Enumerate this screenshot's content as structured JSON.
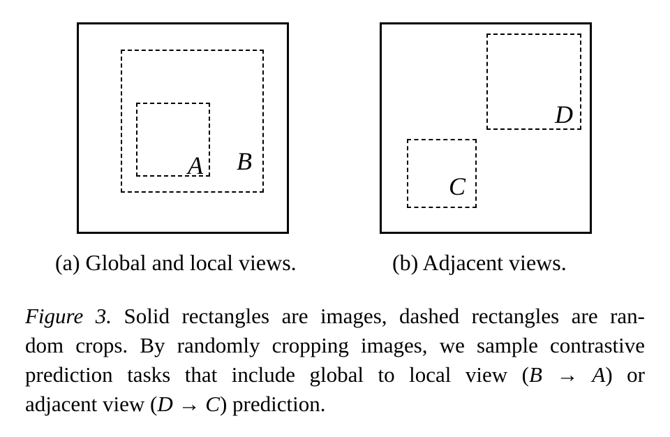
{
  "panels": {
    "a": {
      "crop_outer_label": "B",
      "crop_inner_label": "A",
      "caption": "(a) Global and local views."
    },
    "b": {
      "crop_top_label": "D",
      "crop_bottom_label": "C",
      "caption": "(b) Adjacent views."
    }
  },
  "caption": {
    "figure_number": "Figure 3.",
    "line1_rest": " Solid rectangles are images, dashed rectangles are ran-",
    "line2": "dom crops. By randomly cropping images, we sample contrastive",
    "line3_pre": "prediction tasks that include global to local view (",
    "line3_math": "B → A",
    "line3_post": ") or",
    "line4_pre": "adjacent view (",
    "line4_math": "D → C",
    "line4_post": ") prediction."
  }
}
